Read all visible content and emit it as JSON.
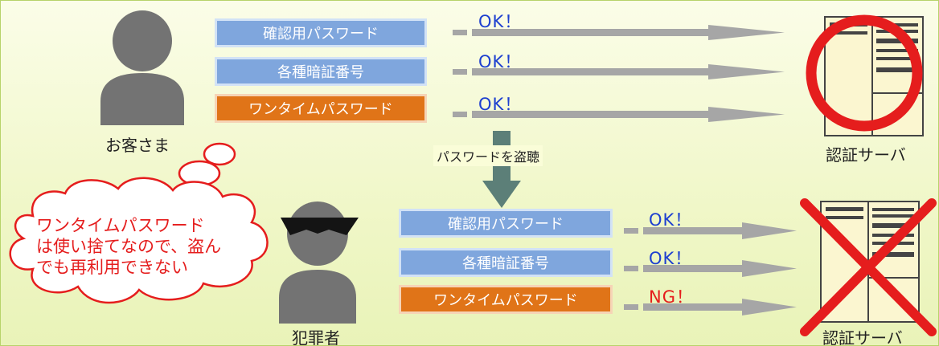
{
  "top": {
    "person_label": "お客さま",
    "server_label": "認証サーバ",
    "rows": [
      {
        "box": "確認用パスワード",
        "status": "OK！",
        "kind": "blue"
      },
      {
        "box": "各種暗証番号",
        "status": "OK！",
        "kind": "blue"
      },
      {
        "box": "ワンタイムパスワード",
        "status": "OK！",
        "kind": "orange"
      }
    ]
  },
  "middle": {
    "arrow_label": "パスワードを盗聴"
  },
  "bottom": {
    "person_label": "犯罪者",
    "server_label": "認証サーバ",
    "rows": [
      {
        "box": "確認用パスワード",
        "status": "OK！",
        "kind": "blue"
      },
      {
        "box": "各種暗証番号",
        "status": "OK！",
        "kind": "blue"
      },
      {
        "box": "ワンタイムパスワード",
        "status": "NG！",
        "kind": "orange"
      }
    ]
  },
  "bubble": {
    "lines": [
      "ワンタイムパスワード",
      "は使い捨てなので、盗ん",
      "でも再利用できない"
    ]
  },
  "colors": {
    "ok": "#1d3fd0",
    "ng": "#e51d1d",
    "blue_box": "#7fa6dd",
    "orange_box": "#e07418",
    "arrow": "#a6a6a6",
    "down_arrow": "#5c7f78",
    "mark": "#e51d1d"
  }
}
